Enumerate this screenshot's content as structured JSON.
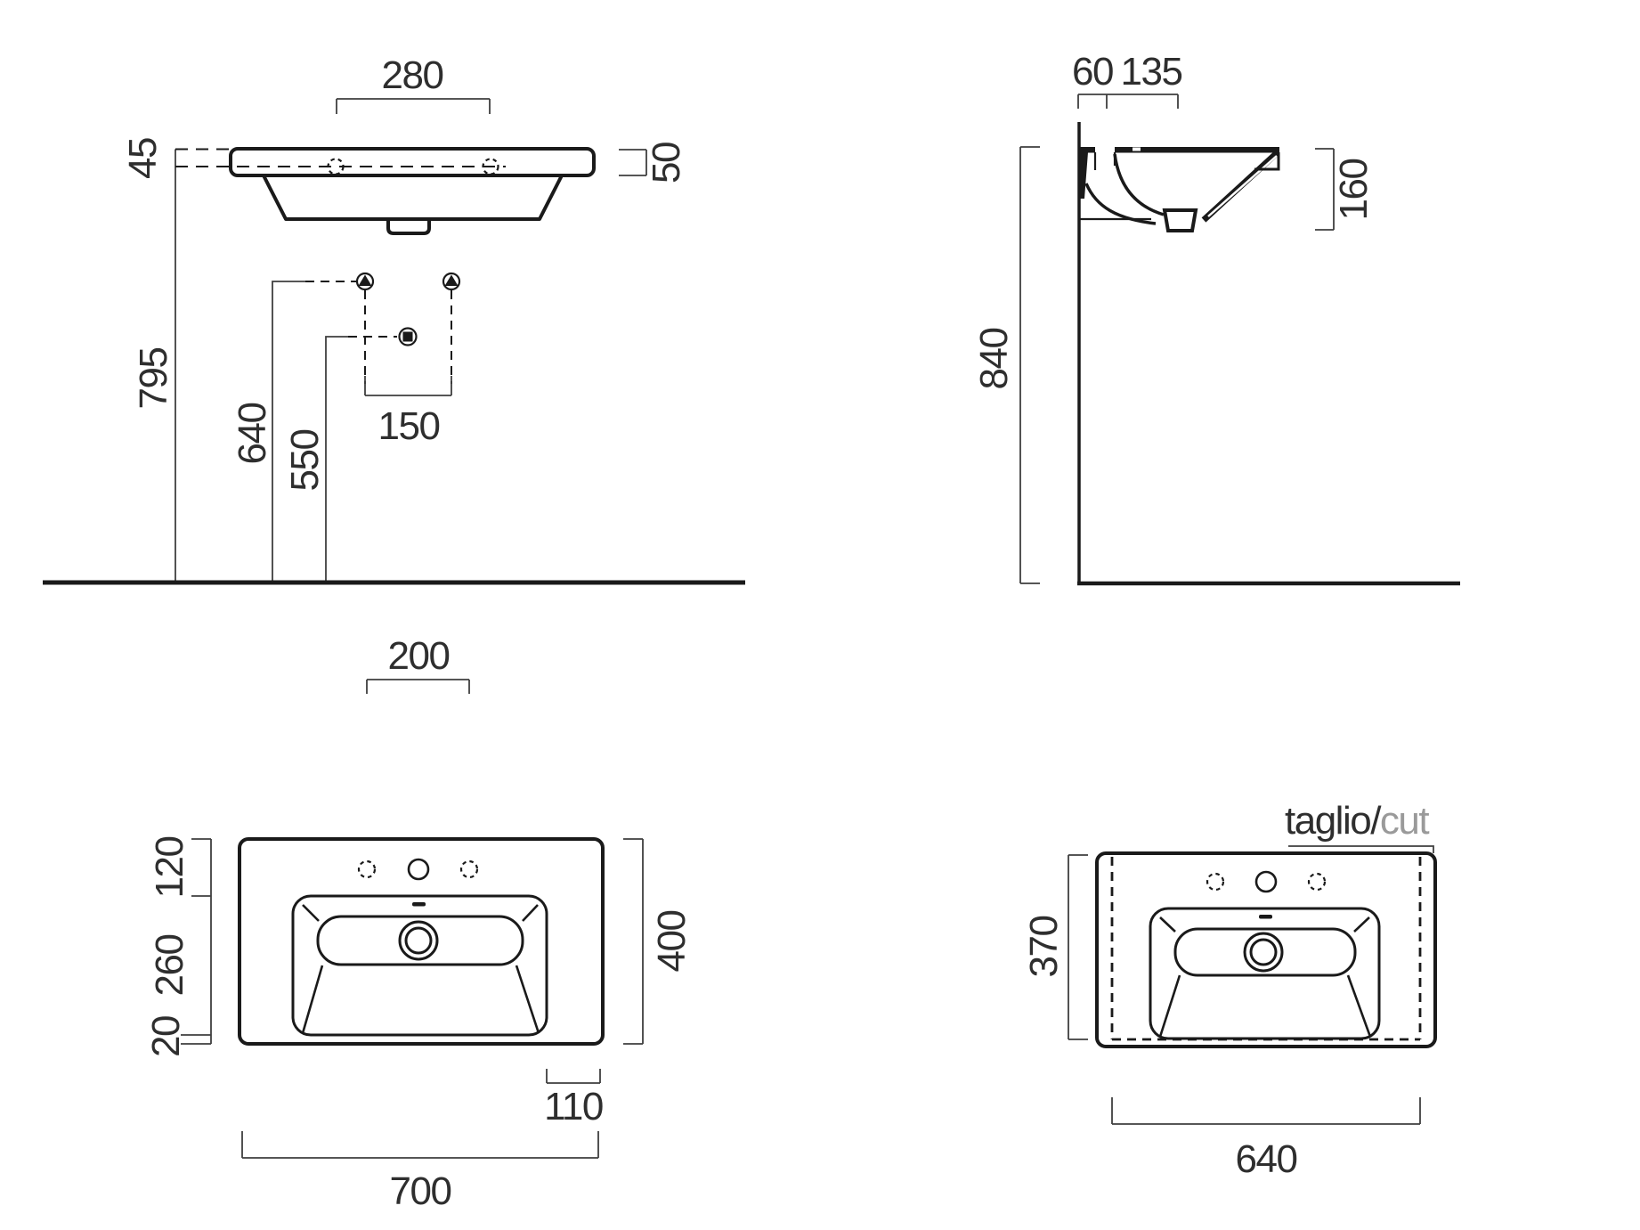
{
  "drawing": {
    "type": "washbasin technical drawing, 4 orthographic views",
    "units": "mm",
    "colors": {
      "object_line": "#1a1a1a",
      "dimension_line": "#3f3f3f",
      "text": "#2e2e2e",
      "muted_text": "#9a9a9a",
      "background": "#ffffff"
    },
    "front_view": {
      "tap_hole_spacing": "280",
      "rim_to_mount_line": "45",
      "rim_thickness": "50",
      "mount_line_height": "795",
      "supply_height": "640",
      "drain_height": "550",
      "supply_spacing": "150"
    },
    "side_view": {
      "wall_to_hole": "60",
      "hole_to_overflow": "135",
      "basin_depth": "160",
      "total_height": "840"
    },
    "plan_view": {
      "outer_hole_spacing": "200",
      "rear_depth": "120",
      "bowl_depth": "260",
      "front_edge": "20",
      "total_depth": "400",
      "drain_offset": "110",
      "total_width": "700"
    },
    "cut_view": {
      "label_italian": "taglio",
      "label_separator": "/",
      "label_english": "cut",
      "cut_depth": "370",
      "cut_width": "640"
    }
  }
}
